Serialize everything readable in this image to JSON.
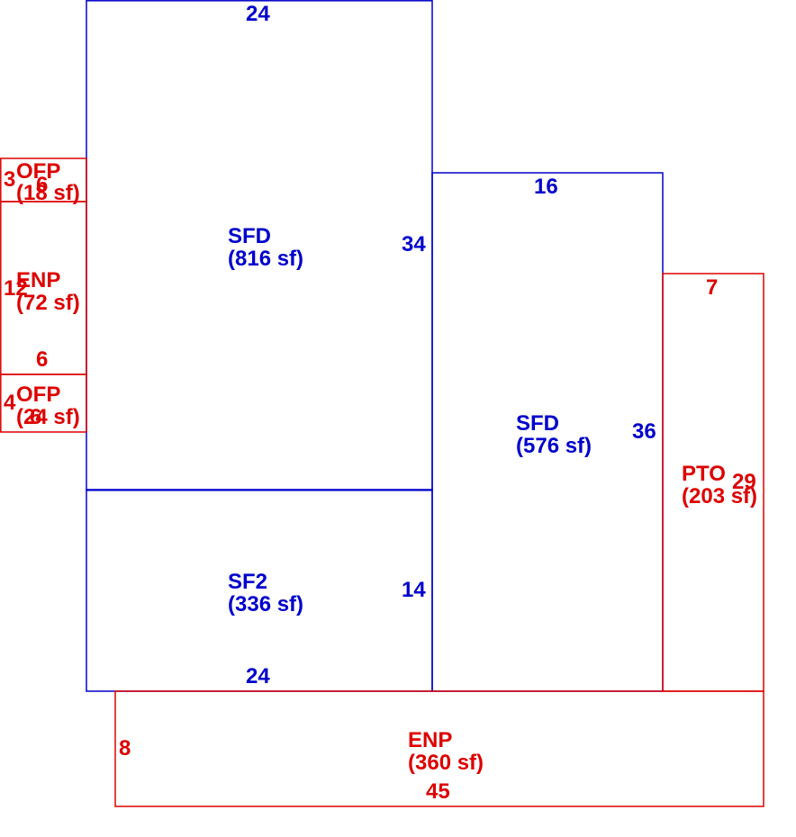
{
  "colors": {
    "living": "#0000cc",
    "accessory": "#dd0000"
  },
  "areas": [
    {
      "code": "SFD",
      "area": "(816 sf)",
      "color": "living",
      "dimensions": {
        "top": "24",
        "right": "34"
      }
    },
    {
      "code": "SF2",
      "area": "(336 sf)",
      "color": "living",
      "dimensions": {
        "right": "14",
        "bottom": "24"
      }
    },
    {
      "code": "SFD",
      "area": "(576 sf)",
      "color": "living",
      "dimensions": {
        "top": "16",
        "right": "36"
      }
    },
    {
      "code": "OFP",
      "area": "(18 sf)",
      "color": "accessory",
      "dimensions": {
        "left": "3",
        "top": "6"
      }
    },
    {
      "code": "ENP",
      "area": "(72 sf)",
      "color": "accessory",
      "dimensions": {
        "left": "12",
        "bottom": "6"
      }
    },
    {
      "code": "OFP",
      "area": "(24 sf)",
      "color": "accessory",
      "dimensions": {
        "left": "4",
        "top": "6"
      }
    },
    {
      "code": "PTO",
      "area": "(203 sf)",
      "color": "accessory",
      "dimensions": {
        "top": "7",
        "right": "29"
      }
    },
    {
      "code": "ENP",
      "area": "(360 sf)",
      "color": "accessory",
      "dimensions": {
        "left": "8",
        "bottom": "45"
      }
    }
  ]
}
